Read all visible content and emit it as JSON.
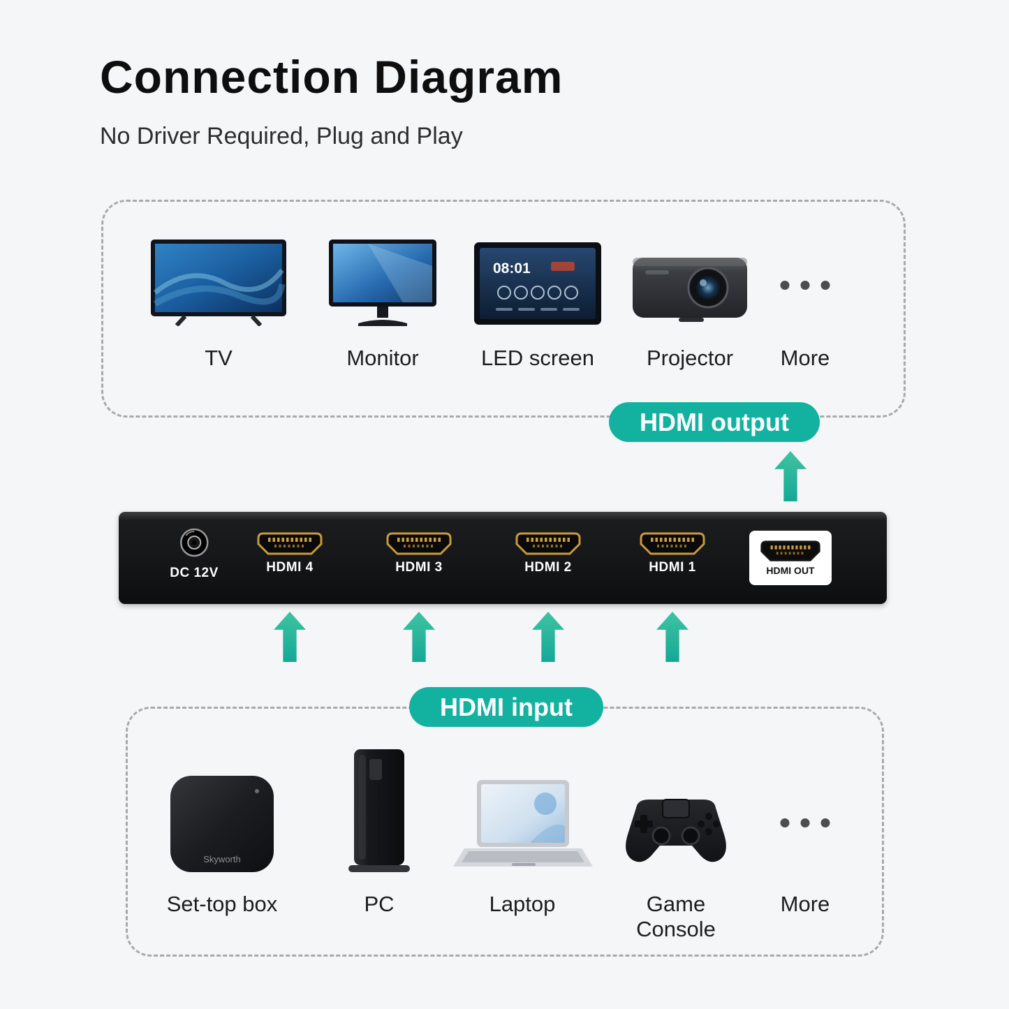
{
  "colors": {
    "accent_teal": "#12b1a0",
    "arrow_green": "#2bb99b",
    "background_gray": "#f5f6f7",
    "switch_black": "#141516",
    "port_gold": "#c79b3e"
  },
  "header": {
    "title": "Connection Diagram",
    "subtitle": "No Driver Required, Plug and Play"
  },
  "output_group": {
    "badge": "HDMI output",
    "devices": [
      {
        "name": "tv",
        "label": "TV"
      },
      {
        "name": "monitor",
        "label": "Monitor"
      },
      {
        "name": "led-screen",
        "label": "LED screen",
        "clock": "08:01"
      },
      {
        "name": "projector",
        "label": "Projector"
      },
      {
        "name": "more",
        "label": "More"
      }
    ]
  },
  "hdmi_switch": {
    "ports": [
      {
        "type": "power",
        "label": "DC 12V"
      },
      {
        "type": "hdmi",
        "label": "HDMI 4"
      },
      {
        "type": "hdmi",
        "label": "HDMI 3"
      },
      {
        "type": "hdmi",
        "label": "HDMI 2"
      },
      {
        "type": "hdmi",
        "label": "HDMI 1"
      },
      {
        "type": "hdmi-out",
        "label": "HDMI OUT"
      }
    ]
  },
  "input_group": {
    "badge": "HDMI input",
    "devices": [
      {
        "name": "set-top-box",
        "label": "Set-top box",
        "brand": "Skyworth"
      },
      {
        "name": "pc",
        "label": "PC"
      },
      {
        "name": "laptop",
        "label": "Laptop"
      },
      {
        "name": "game-console",
        "label": "Game Console"
      },
      {
        "name": "more",
        "label": "More"
      }
    ]
  }
}
